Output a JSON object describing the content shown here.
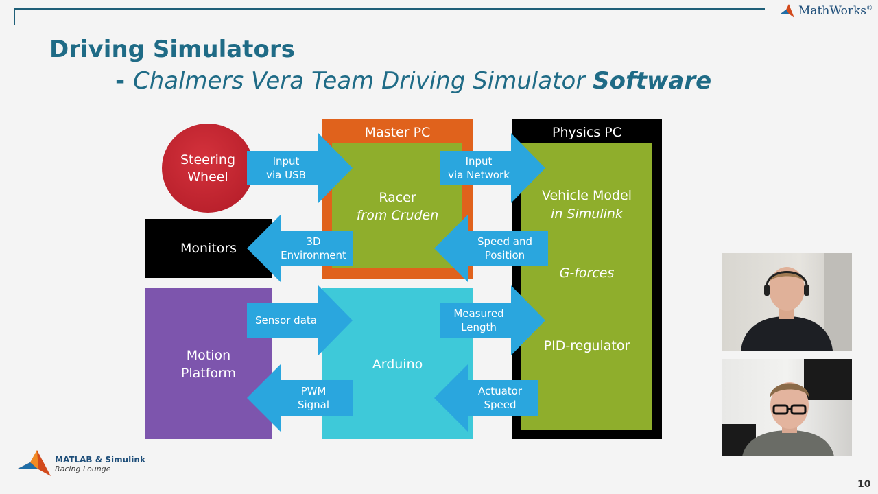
{
  "header": {
    "brand": "MathWorks",
    "brand_mark": "®",
    "title": "Driving Simulators",
    "subtitle_prefix": "- ",
    "subtitle_italic": "Chalmers Vera Team Driving Simulator ",
    "subtitle_bold": "Software"
  },
  "diagram": {
    "steering_wheel": [
      "Steering",
      "Wheel"
    ],
    "monitors": "Monitors",
    "motion_platform": [
      "Motion",
      "Platform"
    ],
    "master_pc": {
      "header": "Master PC",
      "racer": "Racer",
      "racer_sub": "from Cruden"
    },
    "arduino": "Arduino",
    "physics_pc": {
      "header": "Physics PC",
      "vehicle_model": "Vehicle Model",
      "vehicle_model_sub": "in Simulink",
      "g_forces": "G-forces",
      "pid": "PID-regulator"
    },
    "arrows": {
      "input_usb": [
        "Input",
        "via USB"
      ],
      "input_network": [
        "Input",
        "via Network"
      ],
      "env_3d": [
        "3D",
        "Environment"
      ],
      "speed_position": [
        "Speed and",
        "Position"
      ],
      "sensor_data": "Sensor data",
      "measured_length": [
        "Measured",
        "Length"
      ],
      "pwm_signal": [
        "PWM",
        "Signal"
      ],
      "actuator_speed": [
        "Actuator",
        "Speed"
      ]
    }
  },
  "footer": {
    "logo_line1": "MATLAB & Simulink",
    "logo_line2": "Racing Lounge",
    "page_number": "10"
  },
  "colors": {
    "title": "#1f6b86",
    "master_pc_orange": "#e0621c",
    "green": "#8fae2c",
    "arrow_blue": "#2aa6de",
    "steering_red": "#c8202e",
    "motion_purple": "#7d55ad",
    "arduino_cyan": "#3ec9d9"
  }
}
